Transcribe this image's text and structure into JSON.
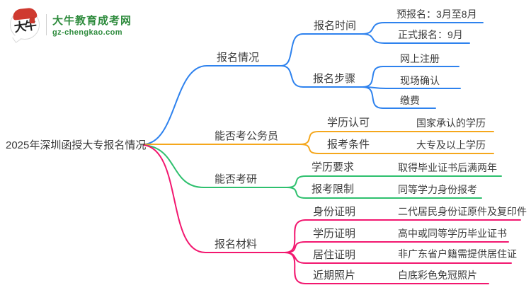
{
  "brand": {
    "name": "大牛教育成考网",
    "url": "gz-chengkao.com",
    "logo_chars": "大牛",
    "green": "#2e8b3d"
  },
  "root": {
    "label": "2025年深圳函授大专报名情况"
  },
  "branches": [
    {
      "label": "报名情况",
      "color": "#2e82ee",
      "children": [
        {
          "label": "报名时间",
          "children": [
            {
              "label": "预报名：3月至8月"
            },
            {
              "label": "正式报名：9月"
            }
          ]
        },
        {
          "label": "报名步骤",
          "children": [
            {
              "label": "网上注册"
            },
            {
              "label": "现场确认"
            },
            {
              "label": "缴费"
            }
          ]
        }
      ]
    },
    {
      "label": "能否考公务员",
      "color": "#f5a71c",
      "children": [
        {
          "label": "学历认可",
          "children": [
            {
              "label": "国家承认的学历"
            }
          ]
        },
        {
          "label": "报考条件",
          "children": [
            {
              "label": "大专及以上学历"
            }
          ]
        }
      ]
    },
    {
      "label": "能否考研",
      "color": "#2ec06e",
      "children": [
        {
          "label": "学历要求",
          "children": [
            {
              "label": "取得毕业证书后满两年"
            }
          ]
        },
        {
          "label": "报考限制",
          "children": [
            {
              "label": "同等学力身份报考"
            }
          ]
        }
      ]
    },
    {
      "label": "报名材料",
      "color": "#f2176f",
      "children": [
        {
          "label": "身份证明",
          "children": [
            {
              "label": "二代居民身份证原件及复印件"
            }
          ]
        },
        {
          "label": "学历证明",
          "children": [
            {
              "label": "高中或同等学历毕业证书"
            }
          ]
        },
        {
          "label": "居住证明",
          "children": [
            {
              "label": "非广东省户籍需提供居住证"
            }
          ]
        },
        {
          "label": "近期照片",
          "children": [
            {
              "label": "白底彩色免冠照片"
            }
          ]
        }
      ]
    }
  ]
}
